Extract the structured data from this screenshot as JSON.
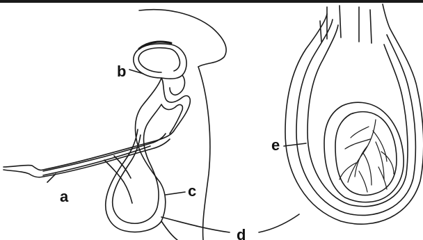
{
  "diagram": {
    "labels": {
      "a": "a",
      "b": "b",
      "c": "c",
      "d": "d",
      "e": "e"
    },
    "colors": {
      "line": "#1a1a1a",
      "background": "#ffffff"
    }
  }
}
